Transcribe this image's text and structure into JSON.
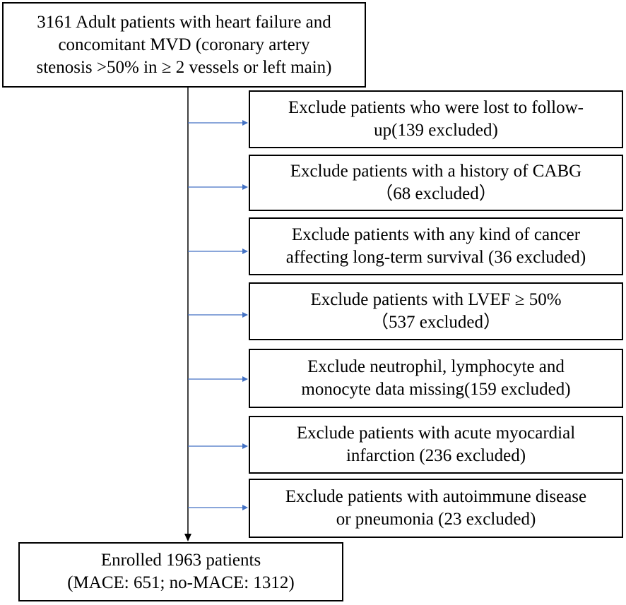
{
  "flowchart": {
    "start": {
      "lines": [
        "3161 Adult patients with heart failure and",
        "concomitant MVD (coronary artery",
        "stenosis >50% in ≥ 2 vessels or left main)"
      ]
    },
    "exclusions": [
      {
        "lines": [
          "Exclude patients who were lost to follow-",
          "up(139 excluded)"
        ]
      },
      {
        "lines": [
          "Exclude patients with a history of CABG",
          "（68 excluded）"
        ]
      },
      {
        "lines": [
          "Exclude patients with any kind of cancer",
          "affecting long-term survival (36 excluded)"
        ]
      },
      {
        "lines": [
          "Exclude patients with LVEF ≥ 50%",
          "（537 excluded）"
        ]
      },
      {
        "lines": [
          "Exclude neutrophil, lymphocyte and",
          "monocyte data missing(159 excluded)"
        ]
      },
      {
        "lines": [
          "Exclude patients with acute myocardial",
          "infarction (236 excluded)"
        ]
      },
      {
        "lines": [
          "Exclude patients with autoimmune disease",
          "or pneumonia (23 excluded)"
        ]
      }
    ],
    "end": {
      "lines": [
        "Enrolled 1963 patients",
        "(MACE: 651; no-MACE: 1312)"
      ]
    },
    "colors": {
      "main_line": "#000000",
      "branch_arrow": "#4472c4"
    }
  }
}
